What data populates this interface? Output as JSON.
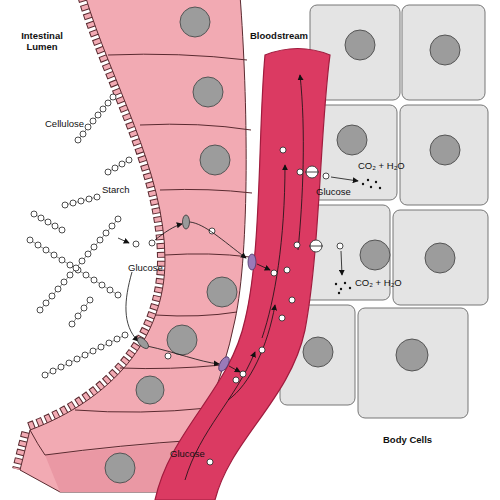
{
  "diagram": {
    "nodes": [
      {
        "text": [
          "Bloodstream",
          "Glucose"
        ]
      }
    ],
    "labels": [
      "Intestinal Lumen",
      "Cellulose",
      "CO₂ + H₂O",
      "Starch",
      "Glucose",
      "Glucose",
      "CO₂ + H₂O",
      "Body Cells"
    ]
  }
}
